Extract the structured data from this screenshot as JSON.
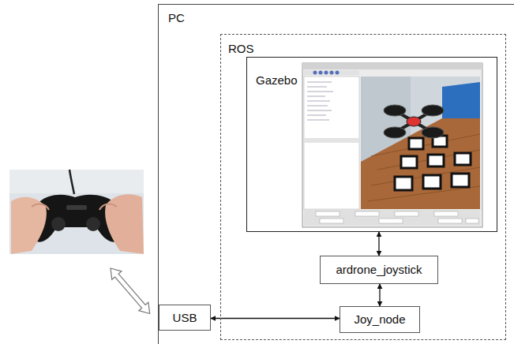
{
  "diagram": {
    "nodes": [
      {
        "text": [
          "PC"
        ]
      },
      {
        "text": [
          "ROS"
        ],
        "in": 0
      },
      {
        "text": [
          "Gazebo"
        ],
        "in": 1
      },
      {
        "text": [
          "ardrone_joystick"
        ],
        "in": 1
      },
      {
        "text": [
          "Joy_node"
        ],
        "in": 1
      },
      {
        "text": [
          "USB"
        ],
        "in": 0
      }
    ],
    "edges": [
      {
        "from": 2,
        "to": 3,
        "arrow": "both"
      },
      {
        "from": 3,
        "to": 4,
        "arrow": "both"
      },
      {
        "from": 5,
        "to": 4,
        "arrow": "both"
      }
    ]
  }
}
